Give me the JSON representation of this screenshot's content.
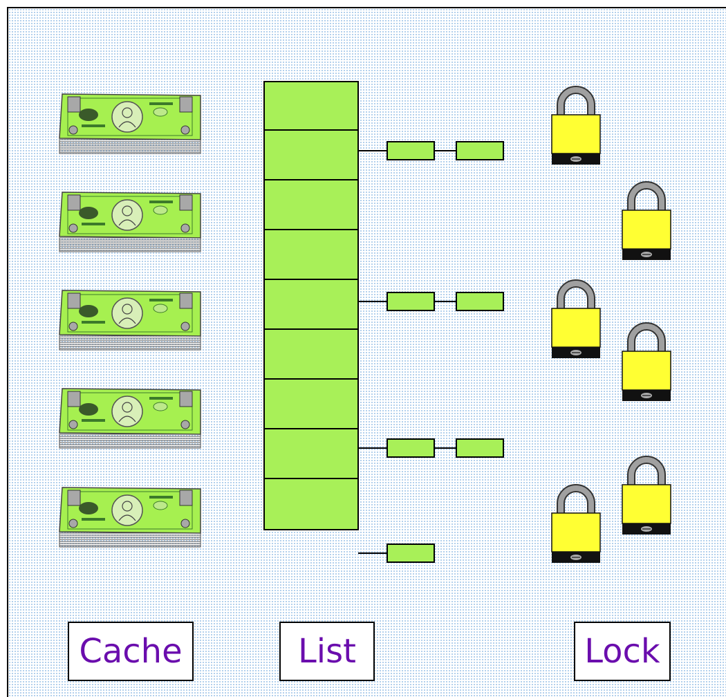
{
  "labels": {
    "cache": "Cache",
    "list": "List",
    "lock": "Lock"
  },
  "colors": {
    "bill_green": "#a6f050",
    "list_cell": "#a8f058",
    "lock_body": "#ffff33",
    "lock_base": "#111111",
    "shackle": "#a0a0a0",
    "label_text": "#6a0dad",
    "grid_dot": "#9ec4e8"
  },
  "icons": [
    "money-stack-icon",
    "padlock-icon"
  ],
  "list": {
    "cell_count": 9,
    "chains": [
      {
        "cell": 2,
        "nodes": 2
      },
      {
        "cell": 5,
        "nodes": 2
      },
      {
        "cell": 8,
        "nodes": 2
      },
      {
        "cell": 9,
        "nodes": 1
      }
    ]
  },
  "cache_stack_count": 5,
  "lock_count": 6
}
